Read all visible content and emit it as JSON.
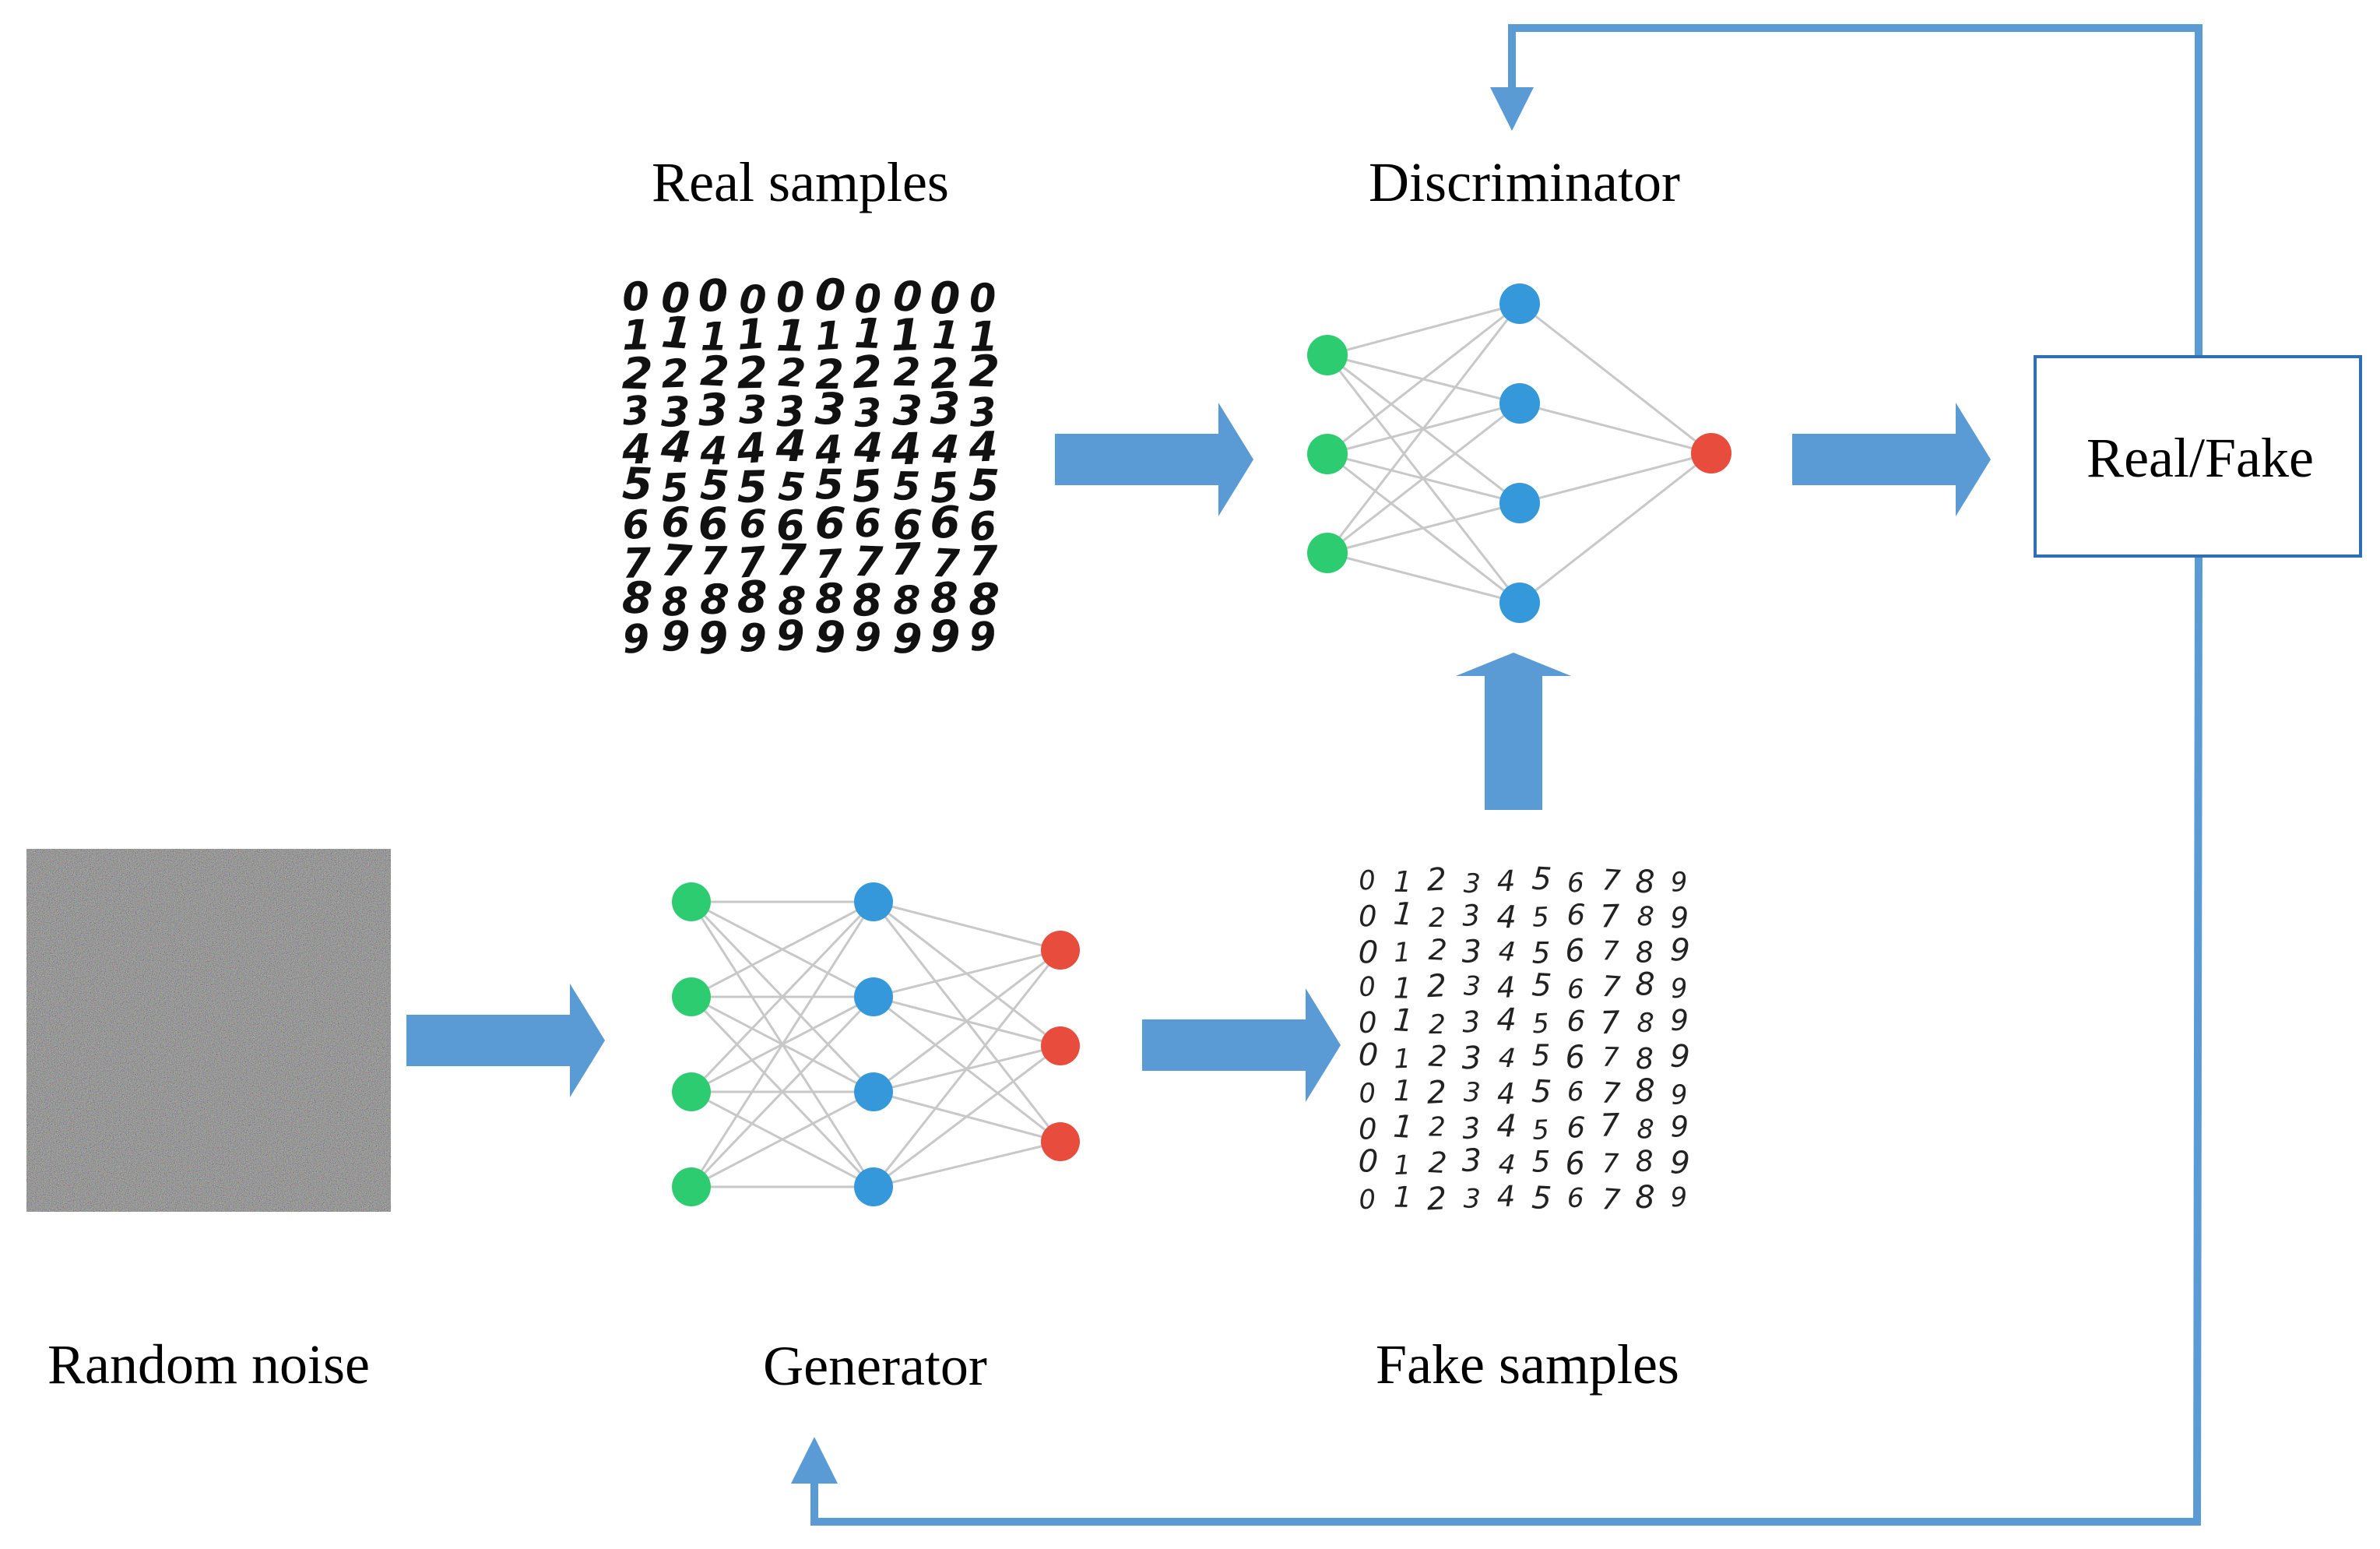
{
  "labels": {
    "real_samples": "Real samples",
    "discriminator": "Discriminator",
    "real_fake": "Real/Fake",
    "random_noise": "Random noise",
    "generator": "Generator",
    "fake_samples": "Fake samples"
  },
  "real_samples_grid": {
    "rows": [
      "0000000000",
      "1111111111",
      "2222222222",
      "3333333333",
      "4444444444",
      "5555555555",
      "6666666666",
      "7777777777",
      "8888888888",
      "9999999999"
    ]
  },
  "fake_samples_grid": {
    "rows": [
      "0123456789",
      "0123456789",
      "0123456789",
      "0123456789",
      "0123456789",
      "0123456789",
      "0123456789",
      "0123456789",
      "0123456789",
      "0123456789"
    ]
  },
  "discriminator_network": {
    "layers": [
      3,
      4,
      1
    ]
  },
  "generator_network": {
    "layers": [
      4,
      4,
      3
    ]
  },
  "colors": {
    "arrow": "#5b9bd5",
    "input_node": "#2ecc71",
    "hidden_node": "#3498db",
    "output_node": "#e74c3c",
    "edge": "#c8c8c8",
    "box_border": "#2e6fb5"
  }
}
